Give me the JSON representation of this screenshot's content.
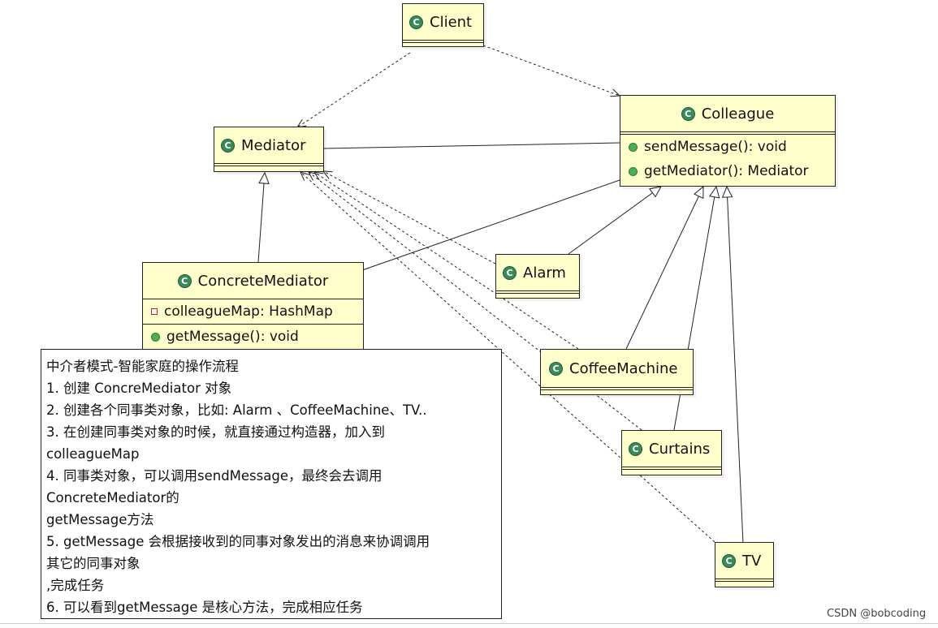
{
  "classes": {
    "client": {
      "name": "Client",
      "icon": "class-icon"
    },
    "colleague": {
      "name": "Colleague",
      "icon": "class-icon",
      "methods": [
        "sendMessage(): void",
        "getMediator(): Mediator"
      ]
    },
    "mediator": {
      "name": "Mediator",
      "icon": "class-icon"
    },
    "concrete_mediator": {
      "name": "ConcreteMediator",
      "icon": "class-icon",
      "attributes": [
        "colleagueMap: HashMap"
      ],
      "methods": [
        "getMessage(): void"
      ]
    },
    "alarm": {
      "name": "Alarm",
      "icon": "class-icon"
    },
    "coffee_machine": {
      "name": "CoffeeMachine",
      "icon": "class-icon"
    },
    "curtains": {
      "name": "Curtains",
      "icon": "class-icon"
    },
    "tv": {
      "name": "TV",
      "icon": "class-icon"
    }
  },
  "note": {
    "lines": [
      "中介者模式-智能家庭的操作流程",
      "1. 创建 ConcreMediator 对象",
      "2. 创建各个同事类对象，比如: Alarm 、CoffeeMachine、TV..",
      "3. 在创建同事类对象的时候，就直接通过构造器，加入到",
      "colleagueMap",
      "4. 同事类对象，可以调用sendMessage，最终会去调用",
      "ConcreteMediator的",
      "getMessage方法",
      "5. getMessage 会根据接收到的同事对象发出的消息来协调调用",
      "其它的同事对象",
      ",完成任务",
      "6. 可以看到getMessage 是核心方法，完成相应任务"
    ]
  },
  "watermark": "CSDN @bobcoding",
  "colors": {
    "class_fill": "#ffffcc",
    "class_icon": "#3b8a5c",
    "public_dot": "#4caf50",
    "private_marker": "#c62828"
  }
}
